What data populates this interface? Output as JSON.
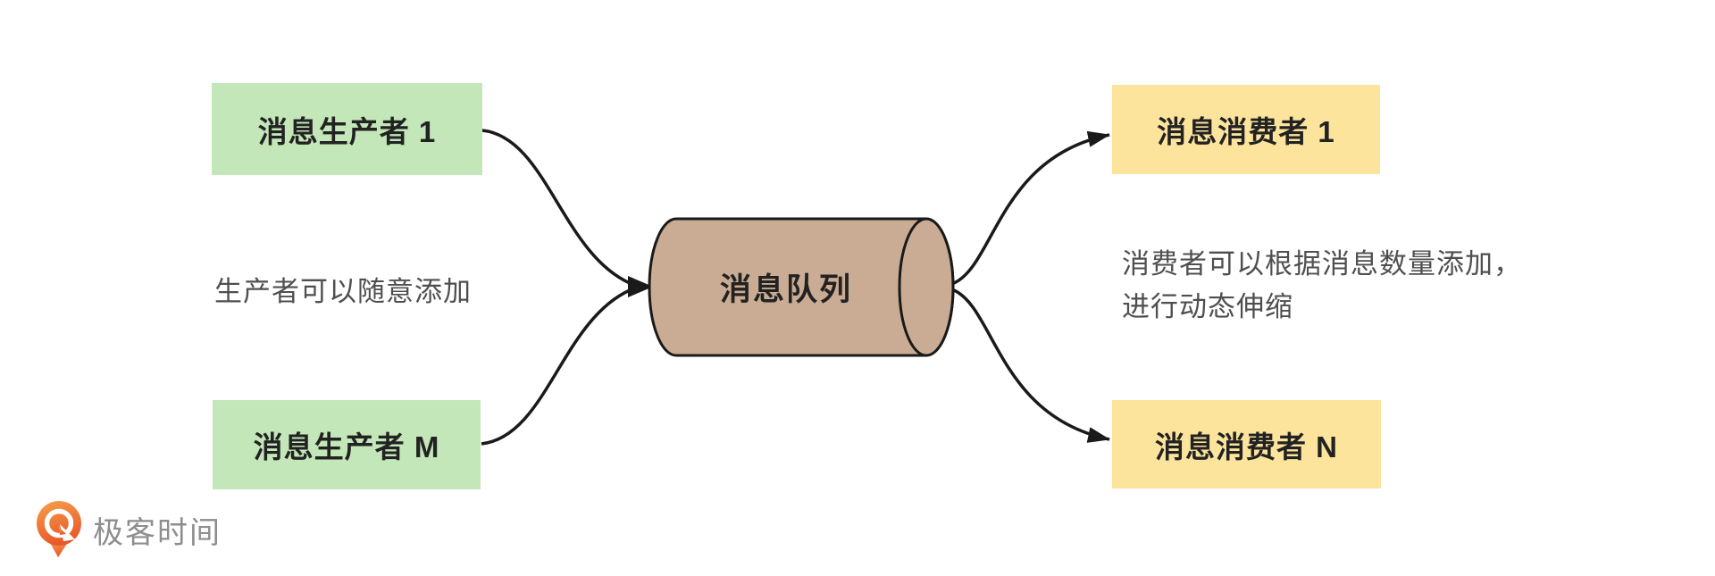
{
  "diagram": {
    "producers": [
      {
        "label": "消息生产者 1"
      },
      {
        "label": "消息生产者 M"
      }
    ],
    "queue": {
      "label": "消息队列"
    },
    "consumers": [
      {
        "label": "消息消费者 1"
      },
      {
        "label": "消息消费者 N"
      }
    ],
    "annotations": {
      "left": "生产者可以随意添加",
      "right_line1": "消费者可以根据消息数量添加，",
      "right_line2": "进行动态伸缩"
    }
  },
  "branding": {
    "logo_text": "极客时间",
    "logo_icon": "geektime-pin-icon"
  },
  "colors": {
    "producer_fill": "#c3e7b8",
    "consumer_fill": "#fce49d",
    "queue_fill": "#c9ac93",
    "arrow_stroke": "#1a1a1a",
    "node_text": "#222222",
    "annotation_text": "#4f4f4f",
    "logo_orange_top": "#f59d45",
    "logo_orange_bottom": "#ea5b2b",
    "logo_text_color": "#8e8e8e",
    "background": "#ffffff"
  }
}
